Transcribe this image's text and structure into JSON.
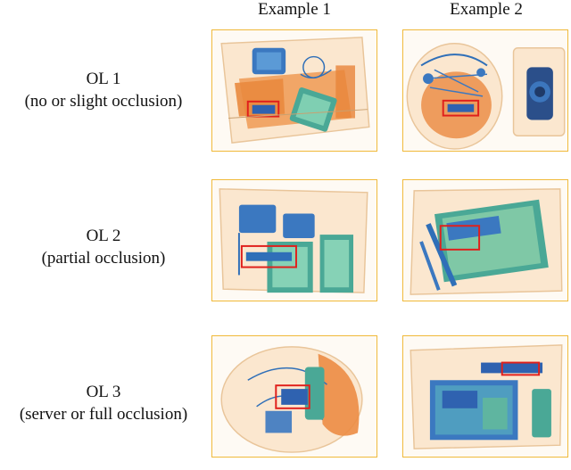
{
  "columns": [
    "Example 1",
    "Example 2"
  ],
  "rows": [
    {
      "title": "OL 1",
      "subtitle": "(no or slight occlusion)"
    },
    {
      "title": "OL 2",
      "subtitle": "(partial occlusion)"
    },
    {
      "title": "OL 3",
      "subtitle": "(server or full occlusion)"
    }
  ],
  "colors": {
    "frame": "#f0b93a",
    "highlight_box": "#e0201c",
    "organic": "#e8863a",
    "inorganic": "#2f6fb8",
    "mixed": "#4fb39a",
    "background": "#fdf3e6"
  }
}
